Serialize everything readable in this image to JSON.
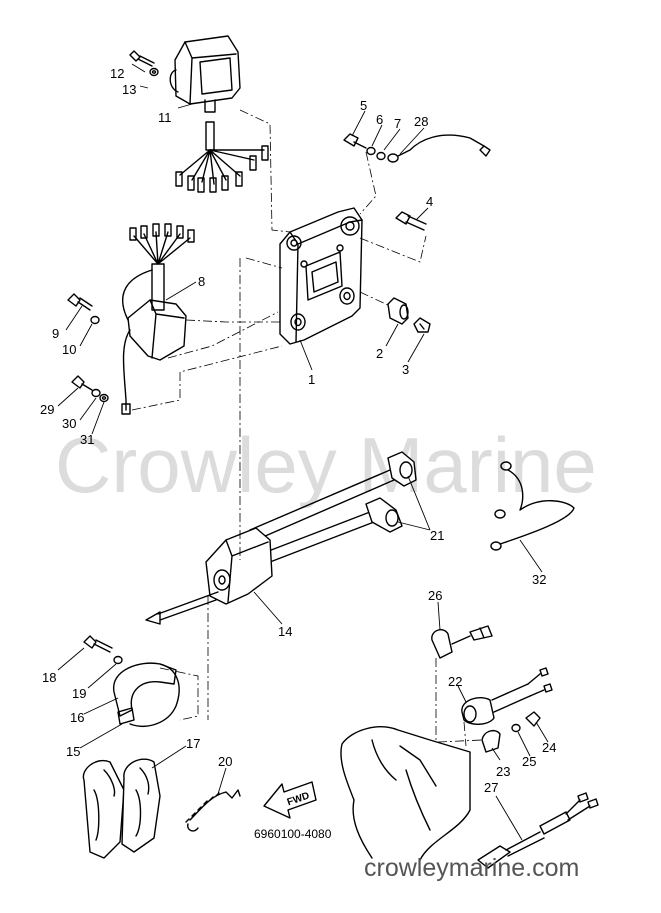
{
  "diagram": {
    "drawing_code": "6960100-4080",
    "forward_mark": "FWD",
    "watermark": "Crowley Marine",
    "site_url": "crowleymarine.com",
    "callouts": [
      {
        "id": "c1",
        "text": "1"
      },
      {
        "id": "c2",
        "text": "2"
      },
      {
        "id": "c3",
        "text": "3"
      },
      {
        "id": "c4",
        "text": "4"
      },
      {
        "id": "c5",
        "text": "5"
      },
      {
        "id": "c6",
        "text": "6"
      },
      {
        "id": "c7",
        "text": "7"
      },
      {
        "id": "c8",
        "text": "8"
      },
      {
        "id": "c9",
        "text": "9"
      },
      {
        "id": "c10",
        "text": "10"
      },
      {
        "id": "c11",
        "text": "11"
      },
      {
        "id": "c12",
        "text": "12"
      },
      {
        "id": "c13",
        "text": "13"
      },
      {
        "id": "c14",
        "text": "14"
      },
      {
        "id": "c15",
        "text": "15"
      },
      {
        "id": "c16",
        "text": "16"
      },
      {
        "id": "c17",
        "text": "17"
      },
      {
        "id": "c18",
        "text": "18"
      },
      {
        "id": "c19",
        "text": "19"
      },
      {
        "id": "c20",
        "text": "20"
      },
      {
        "id": "c21",
        "text": "21"
      },
      {
        "id": "c22",
        "text": "22"
      },
      {
        "id": "c23",
        "text": "23"
      },
      {
        "id": "c24",
        "text": "24"
      },
      {
        "id": "c25",
        "text": "25"
      },
      {
        "id": "c26",
        "text": "26"
      },
      {
        "id": "c27",
        "text": "27"
      },
      {
        "id": "c28",
        "text": "28"
      },
      {
        "id": "c29",
        "text": "29"
      },
      {
        "id": "c30",
        "text": "30"
      },
      {
        "id": "c31",
        "text": "31"
      },
      {
        "id": "c32",
        "text": "32"
      }
    ]
  }
}
